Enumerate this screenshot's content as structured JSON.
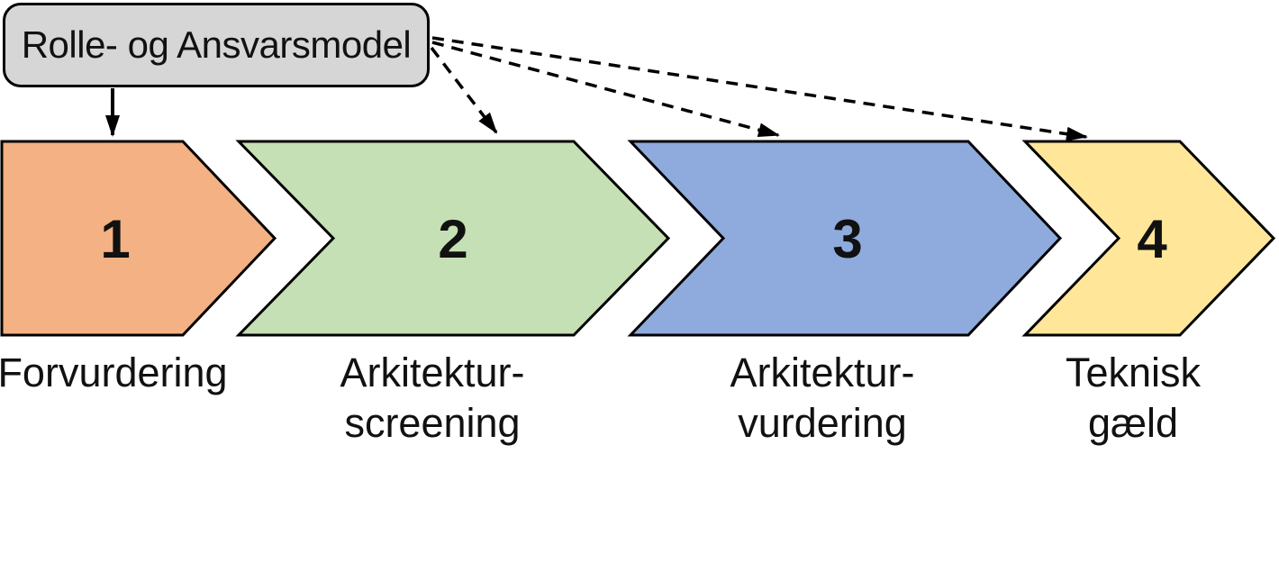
{
  "diagram": {
    "background": "#ffffff",
    "stroke_color": "#000000",
    "title_box": {
      "label": "Rolle- og Ansvarsmodel",
      "fill": "#d6d6d6",
      "border": "#000000"
    },
    "stages": [
      {
        "number": "1",
        "label_line1": "Forvurdering",
        "fill": "#F4B183"
      },
      {
        "number": "2",
        "label_line1": "Arkitektur-",
        "label_line2": "screening",
        "fill": "#C5E0B4"
      },
      {
        "number": "3",
        "label_line1": "Arkitektur-",
        "label_line2": "vurdering",
        "fill": "#8FAADC"
      },
      {
        "number": "4",
        "label_line1": "Teknisk",
        "label_line2": "gæld",
        "fill": "#FFE699"
      }
    ],
    "connectors": {
      "solid_arrow_from": "Rolle- og Ansvarsmodel",
      "solid_arrow_to_stage": "1",
      "dashed_arrows_to_stages": [
        "2",
        "3",
        "4"
      ]
    }
  }
}
